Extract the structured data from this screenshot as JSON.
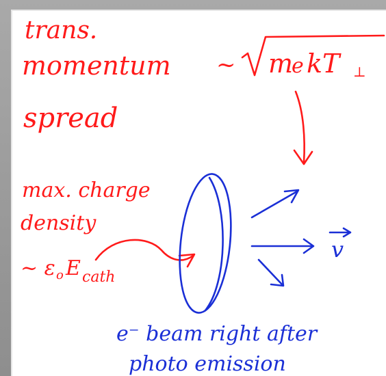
{
  "labels": {
    "trans": "trans.",
    "momentum": "momentum",
    "tilde": "~",
    "radicand": "m",
    "radicand_sub_e": "e",
    "kT": "kT",
    "perp": "⊥",
    "spread": "spread",
    "max_charge": "max. charge",
    "density": "density",
    "eps_prefix": "~ ε",
    "eps_sub": "o",
    "E": "E",
    "E_sub": "cath",
    "v": "v",
    "caption_line1": "e⁻ beam right after",
    "caption_line2": "photo emission"
  },
  "colors": {
    "red_ink": "#ff1a1a",
    "blue_ink": "#1a2fd6",
    "board": "#ffffff",
    "frame": "#9a9a9a"
  }
}
